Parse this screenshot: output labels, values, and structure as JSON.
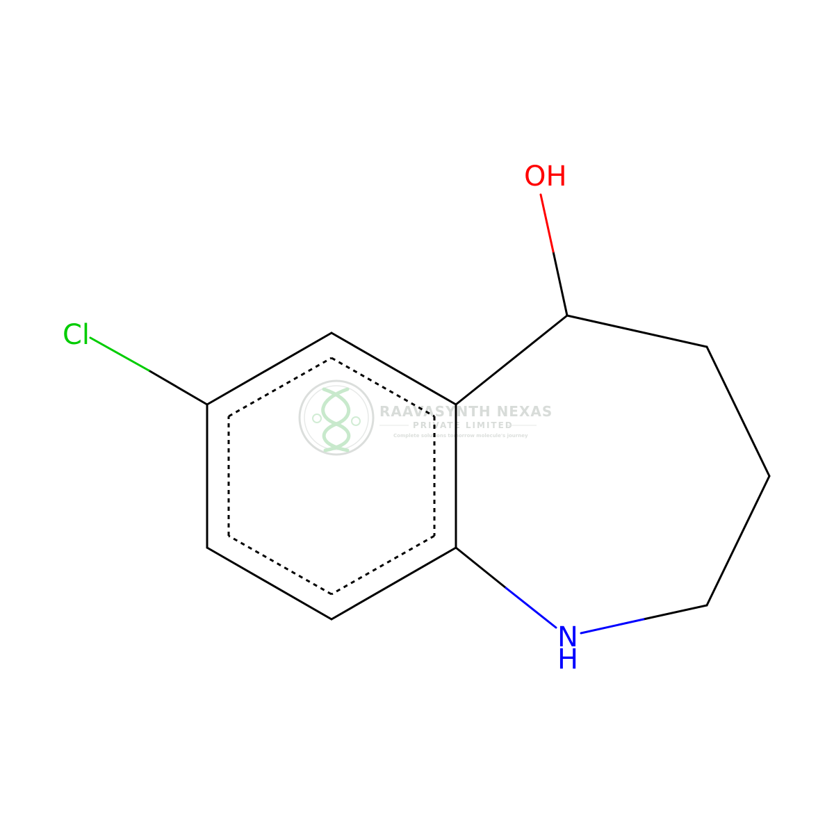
{
  "molecule": {
    "atoms": {
      "chlorine": "Cl",
      "hydroxyl": "OH",
      "amine_n": "N",
      "amine_h": "H"
    },
    "colors": {
      "bond": "#000000",
      "chlorine": "#00cc00",
      "oxygen": "#ff0000",
      "nitrogen": "#0000ff"
    }
  },
  "watermark": {
    "name": "RAAVASYNTH NEXAS",
    "subtitle": "PRIVATE LIMITED",
    "tagline": "Complete solutions tomorrow molecule's journey",
    "color": "#cfd3d0",
    "accent": "#b7e3bd"
  }
}
